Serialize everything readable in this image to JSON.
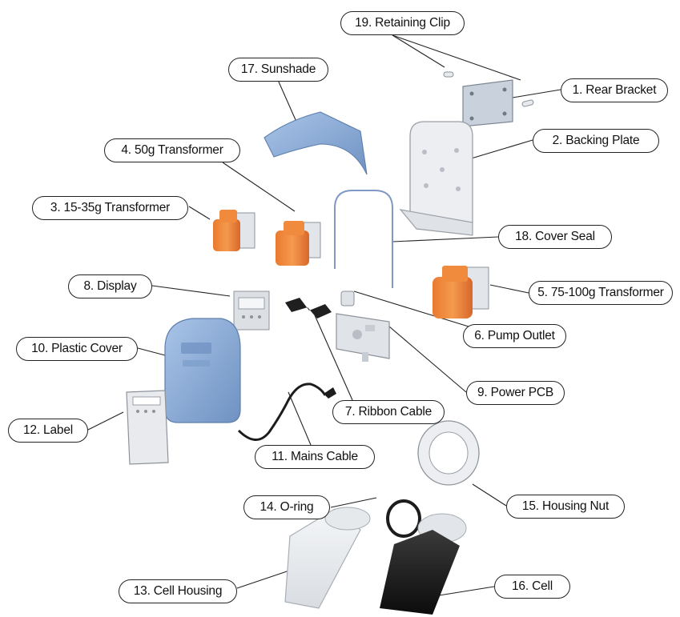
{
  "parts": [
    {
      "id": "rear_bracket",
      "label": "1. Rear Bracket"
    },
    {
      "id": "backing_plate",
      "label": "2. Backing Plate"
    },
    {
      "id": "transformer_15_35g",
      "label": "3. 15-35g Transformer"
    },
    {
      "id": "transformer_50g",
      "label": "4. 50g Transformer"
    },
    {
      "id": "transformer_75_100g",
      "label": "5. 75-100g Transformer"
    },
    {
      "id": "pump_outlet",
      "label": "6. Pump Outlet"
    },
    {
      "id": "ribbon_cable",
      "label": "7. Ribbon Cable"
    },
    {
      "id": "display",
      "label": "8. Display"
    },
    {
      "id": "power_pcb",
      "label": "9. Power PCB"
    },
    {
      "id": "plastic_cover",
      "label": "10. Plastic Cover"
    },
    {
      "id": "mains_cable",
      "label": "11. Mains Cable"
    },
    {
      "id": "label",
      "label": "12. Label"
    },
    {
      "id": "cell_housing",
      "label": "13. Cell Housing"
    },
    {
      "id": "o_ring",
      "label": "14. O-ring"
    },
    {
      "id": "housing_nut",
      "label": "15. Housing Nut"
    },
    {
      "id": "cell",
      "label": "16. Cell"
    },
    {
      "id": "sunshade",
      "label": "17. Sunshade"
    },
    {
      "id": "cover_seal",
      "label": "18. Cover Seal"
    },
    {
      "id": "retaining_clip",
      "label": "19. Retaining Clip"
    }
  ],
  "colors": {
    "transformer": "#f08a3c",
    "transformer_dark": "#d2692a",
    "cover": "#8fb2dd",
    "cover_dark": "#6d90c1",
    "metal": "#cdd4df",
    "plate": "#e4e6ea",
    "cell": "#1c1c1c",
    "line": "#222222"
  }
}
